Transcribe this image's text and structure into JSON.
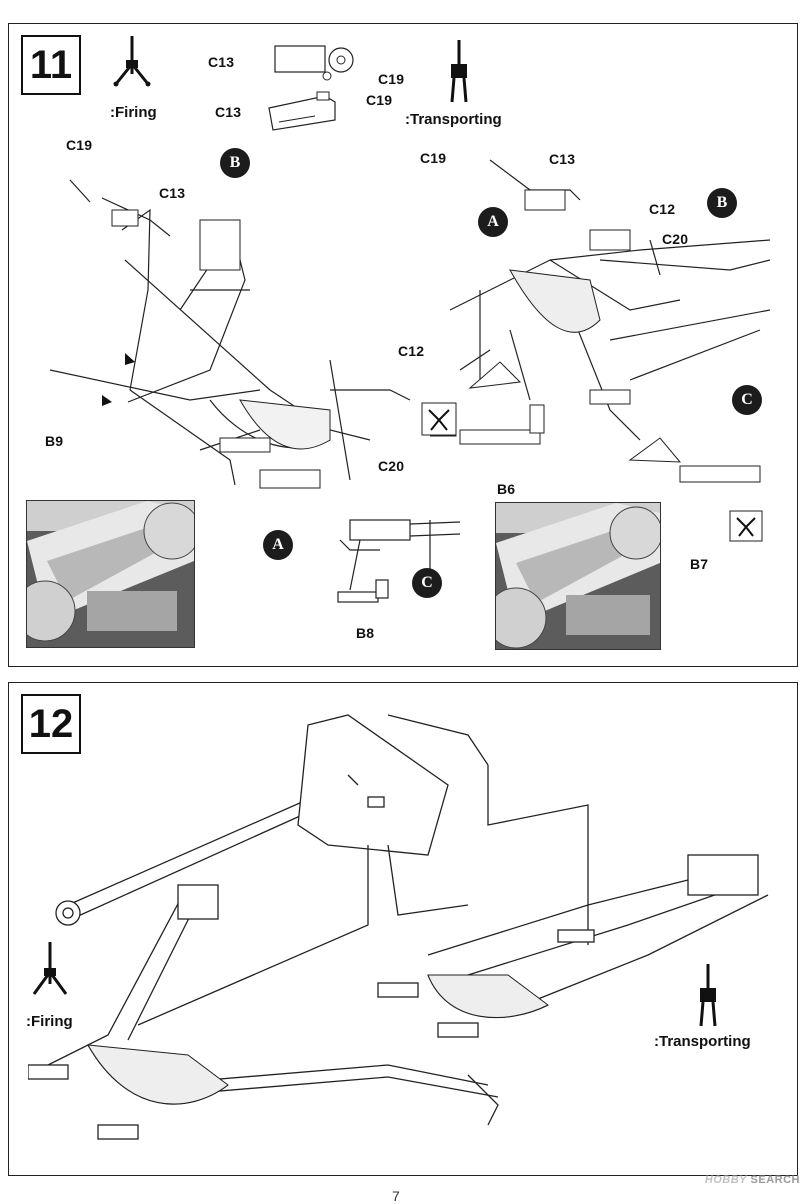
{
  "step11": {
    "number": "11",
    "firing_label": ":Firing",
    "transporting_label": ":Transporting",
    "parts": {
      "c13_top1": "C13",
      "c19_top1": "C19",
      "c13_top2": "C13",
      "c19_top2": "C19",
      "c19_left": "C19",
      "c13_left": "C13",
      "b9": "B9",
      "c12_mid": "C12",
      "c20_mid": "C20",
      "b8": "B8",
      "c19_right": "C19",
      "c13_right": "C13",
      "c12_right": "C12",
      "c20_right": "C20",
      "b6": "B6",
      "b7": "B7"
    },
    "markers": {
      "b_left": "B",
      "a_mid": "A",
      "c_mid": "C",
      "a_right": "A",
      "b_right": "B",
      "c_right": "C"
    }
  },
  "step12": {
    "number": "12",
    "firing_label": ":Firing",
    "transporting_label": ":Transporting"
  },
  "watermark": {
    "logo": "HOBBY",
    "text": "SEARCH"
  },
  "page_number": "7"
}
